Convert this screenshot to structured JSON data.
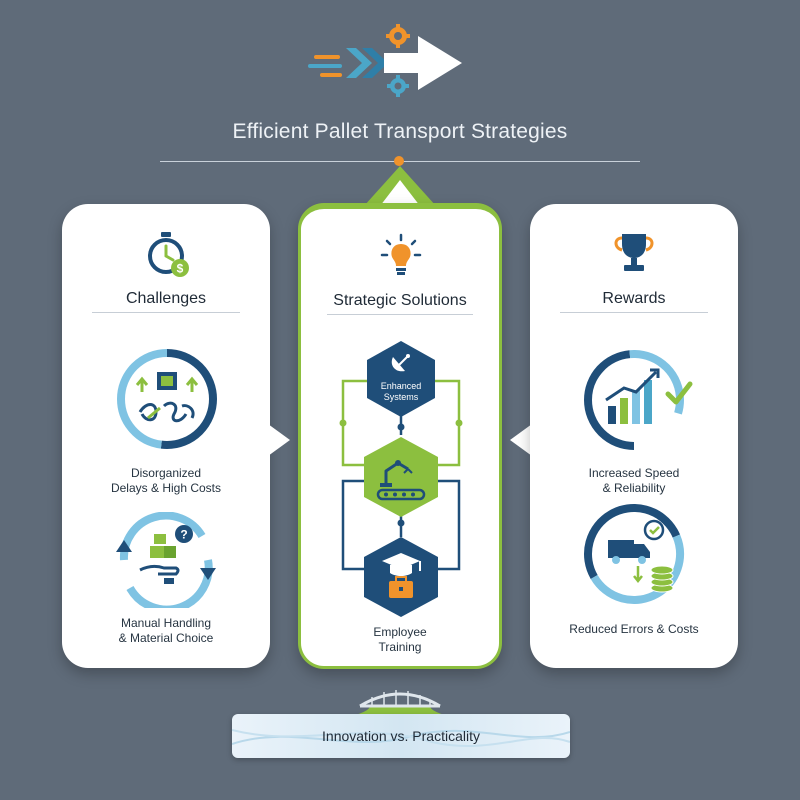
{
  "header": {
    "title": "Efficient Pallet Transport Strategies"
  },
  "columns": {
    "challenges": {
      "heading": "Challenges",
      "items": [
        {
          "line1": "Disorganized",
          "line2": "Delays & High Costs"
        },
        {
          "line1": "Manual Handling",
          "line2": "& Material Choice"
        }
      ]
    },
    "solutions": {
      "heading": "Strategic Solutions",
      "items": [
        {
          "line1": "Enhanced",
          "line2": "Systems"
        },
        {
          "line1": "Employee",
          "line2": "Training"
        }
      ]
    },
    "rewards": {
      "heading": "Rewards",
      "items": [
        {
          "line1": "Increased Speed",
          "line2": "& Reliability"
        },
        {
          "line1": "Reduced Errors & Costs"
        }
      ]
    }
  },
  "footer": {
    "banner": "Innovation vs. Practicality"
  },
  "icons": {
    "header": [
      "arrow-icon",
      "gear-icon"
    ],
    "challenges": [
      "stopwatch-dollar-icon",
      "tangled-boxes-icon",
      "hand-boxes-icon"
    ],
    "solutions": [
      "lightbulb-icon",
      "satellite-dish-icon",
      "robot-arm-conveyor-icon",
      "graduation-cap-icon"
    ],
    "rewards": [
      "trophy-icon",
      "growth-chart-icon",
      "truck-coins-icon"
    ],
    "footer": [
      "bridge-icon"
    ]
  },
  "colors": {
    "background": "#5f6b79",
    "navy": "#1f4e79",
    "green": "#8cbf3f",
    "light_blue": "#7fc3e3",
    "orange": "#f0932b"
  }
}
